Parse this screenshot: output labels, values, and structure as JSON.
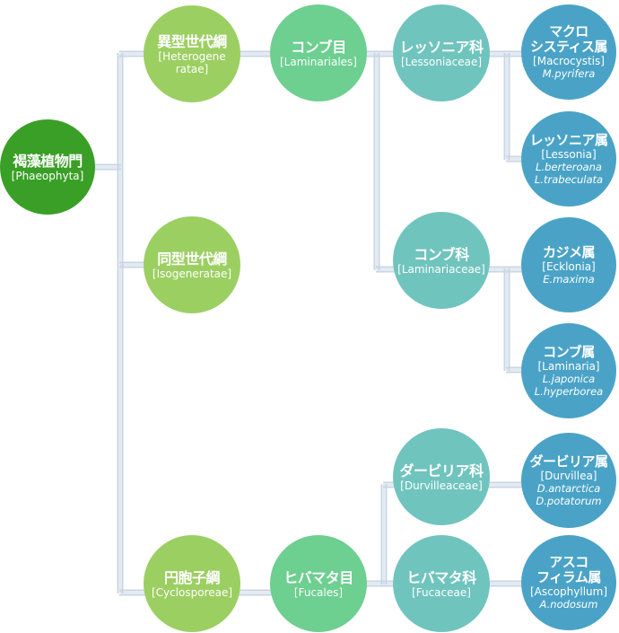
{
  "colors": {
    "root": "#3a9f26",
    "class": "#9ccf62",
    "order": "#6dcf90",
    "family": "#70c4be",
    "genus": "#4aa3c7",
    "connector": "#c8d6e4"
  },
  "root": {
    "name": "褐藻植物門",
    "latin": "[Phaeophyta]"
  },
  "classes": [
    {
      "name": "異型世代綱",
      "latin": "[Heterogene\nratae]"
    },
    {
      "name": "同型世代綱",
      "latin": "[Isogeneratae]"
    },
    {
      "name": "円胞子綱",
      "latin": "[Cyclosporeae]"
    }
  ],
  "orders": [
    {
      "name": "コンブ目",
      "latin": "[Laminariales]"
    },
    {
      "name": "ヒバマタ目",
      "latin": "[Fucales]"
    }
  ],
  "families": [
    {
      "name": "レッソニア科",
      "latin": "[Lessoniaceae]"
    },
    {
      "name": "コンブ科",
      "latin": "[Laminariaceae]"
    },
    {
      "name": "ダービリア科",
      "latin": "[Durvilleaceae]"
    },
    {
      "name": "ヒバマタ科",
      "latin": "[Fucaceae]"
    }
  ],
  "genera": [
    {
      "name": "マクロ\nシスティス属",
      "latin": "[Macrocystis]",
      "species": "M.pyrifera"
    },
    {
      "name": "レッソニア属",
      "latin": "[Lessonia]",
      "species": "L.berteroana\nL.trabeculata"
    },
    {
      "name": "カジメ属",
      "latin": "[Ecklonia]",
      "species": "E.maxima"
    },
    {
      "name": "コンブ属",
      "latin": "[Laminaria]",
      "species": "L.japonica\nL.hyperborea"
    },
    {
      "name": "ダービリア属",
      "latin": "[Durvillea]",
      "species": "D.antarctica\nD.potatorum"
    },
    {
      "name": "アスコ\nフィラム属",
      "latin": "[Ascophyllum]",
      "species": "A.nodosum"
    }
  ]
}
